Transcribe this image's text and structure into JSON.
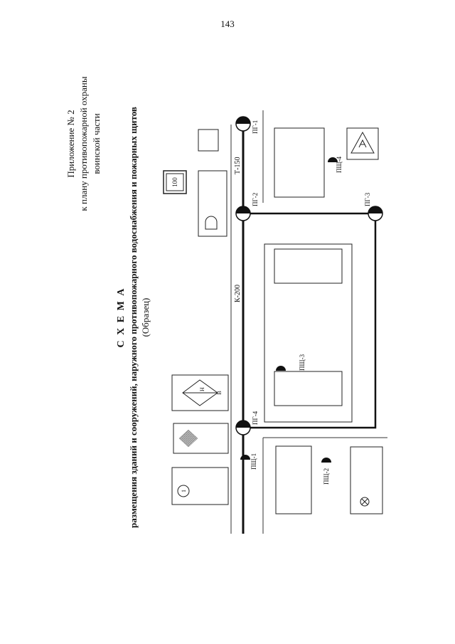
{
  "page_number": "143",
  "appendix": {
    "line1": "Приложение № 2",
    "line2": "к плану противопожарной охраны",
    "line3": "воинской части"
  },
  "title": {
    "main": "С Х Е М А",
    "sub": "размещения зданий и сооружений, наружного противопожарного водоснабжения и пожарных щитов",
    "sample": "(Образец)"
  },
  "pipes": {
    "t150": "Т-150",
    "k200": "К-200"
  },
  "hydrants": {
    "pg1": "ПГ-1",
    "pg2": "ПГ-2",
    "pg3": "ПГ-3",
    "pg4": "ПГ-4"
  },
  "shields": {
    "psh1": "ПЩ-1",
    "psh2": "ПЩ-2",
    "psh3": "ПЩ-3",
    "psh4": "ПЩ-4"
  },
  "markers": {
    "tank": "100",
    "num1": "1",
    "n": "Н",
    "v": "В"
  },
  "colors": {
    "line": "#111111",
    "hatch": "#9a9a9a"
  }
}
